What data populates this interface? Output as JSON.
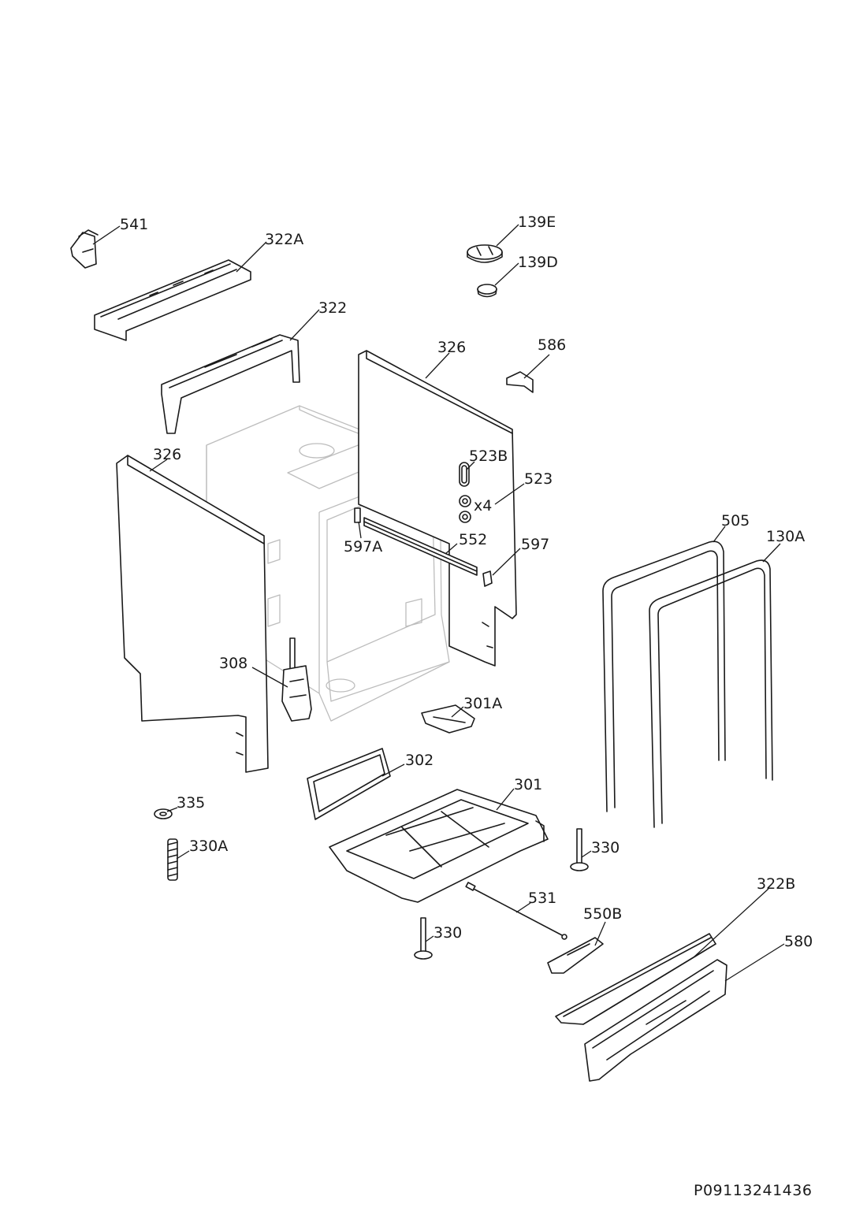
{
  "diagram": {
    "callouts": {
      "c541": "541",
      "c322A": "322A",
      "c139E": "139E",
      "c139D": "139D",
      "c322": "322",
      "c326_right": "326",
      "c586": "586",
      "c326_left": "326",
      "c523B": "523B",
      "c523": "523",
      "cx4": "x4",
      "c505": "505",
      "c130A": "130A",
      "c552": "552",
      "c597A": "597A",
      "c597": "597",
      "c308": "308",
      "c301A": "301A",
      "c302": "302",
      "c301": "301",
      "c335": "335",
      "c330A": "330A",
      "c330_right": "330",
      "c531": "531",
      "c322B": "322B",
      "c550B": "550B",
      "c330_bottom": "330",
      "c580": "580"
    },
    "document_id": "P09113241436"
  }
}
